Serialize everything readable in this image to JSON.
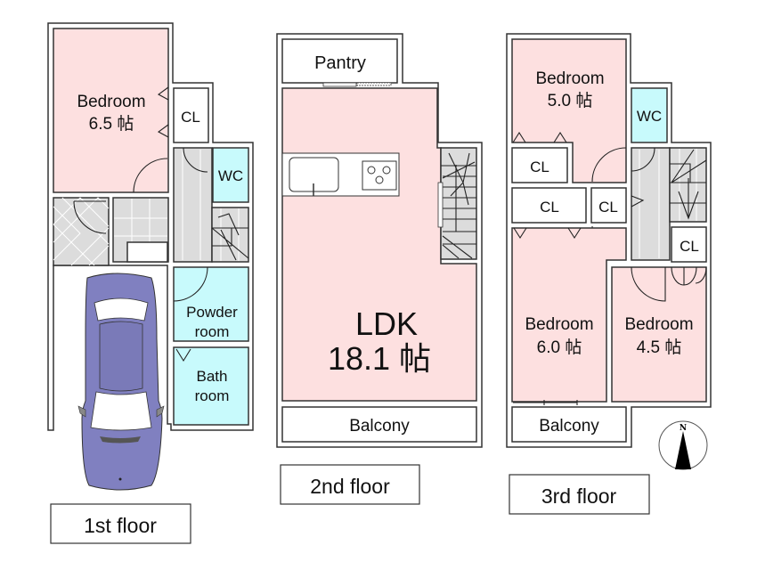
{
  "floors": [
    {
      "label": "1st floor",
      "rooms": {
        "bedroom": {
          "name": "Bedroom",
          "size": "6.5 帖"
        },
        "closet": {
          "name": "CL"
        },
        "wc": {
          "name": "WC"
        },
        "powder_line1": "Powder",
        "powder_line2": "room",
        "bath_line1": "Bath",
        "bath_line2": "room"
      },
      "parking": "car-icon"
    },
    {
      "label": "2nd floor",
      "rooms": {
        "pantry": {
          "name": "Pantry"
        },
        "ldk": {
          "name": "LDK",
          "size": "18.1 帖"
        },
        "balcony": {
          "name": "Balcony"
        }
      }
    },
    {
      "label": "3rd floor",
      "rooms": {
        "bedroom_a": {
          "name": "Bedroom",
          "size": "5.0 帖"
        },
        "wc": {
          "name": "WC"
        },
        "cl_1": {
          "name": "CL"
        },
        "cl_2": {
          "name": "CL"
        },
        "cl_3": {
          "name": "CL"
        },
        "cl_4": {
          "name": "CL"
        },
        "bedroom_b": {
          "name": "Bedroom",
          "size": "6.0 帖"
        },
        "bedroom_c": {
          "name": "Bedroom",
          "size": "4.5 帖"
        },
        "balcony": {
          "name": "Balcony"
        }
      }
    }
  ],
  "compass": {
    "north_label": "N",
    "icon": "compass-icon"
  },
  "colors": {
    "living": "#fde0e0",
    "wet": "#c8fafc",
    "hall": "#dcdcdc",
    "car": "#8080c0"
  }
}
